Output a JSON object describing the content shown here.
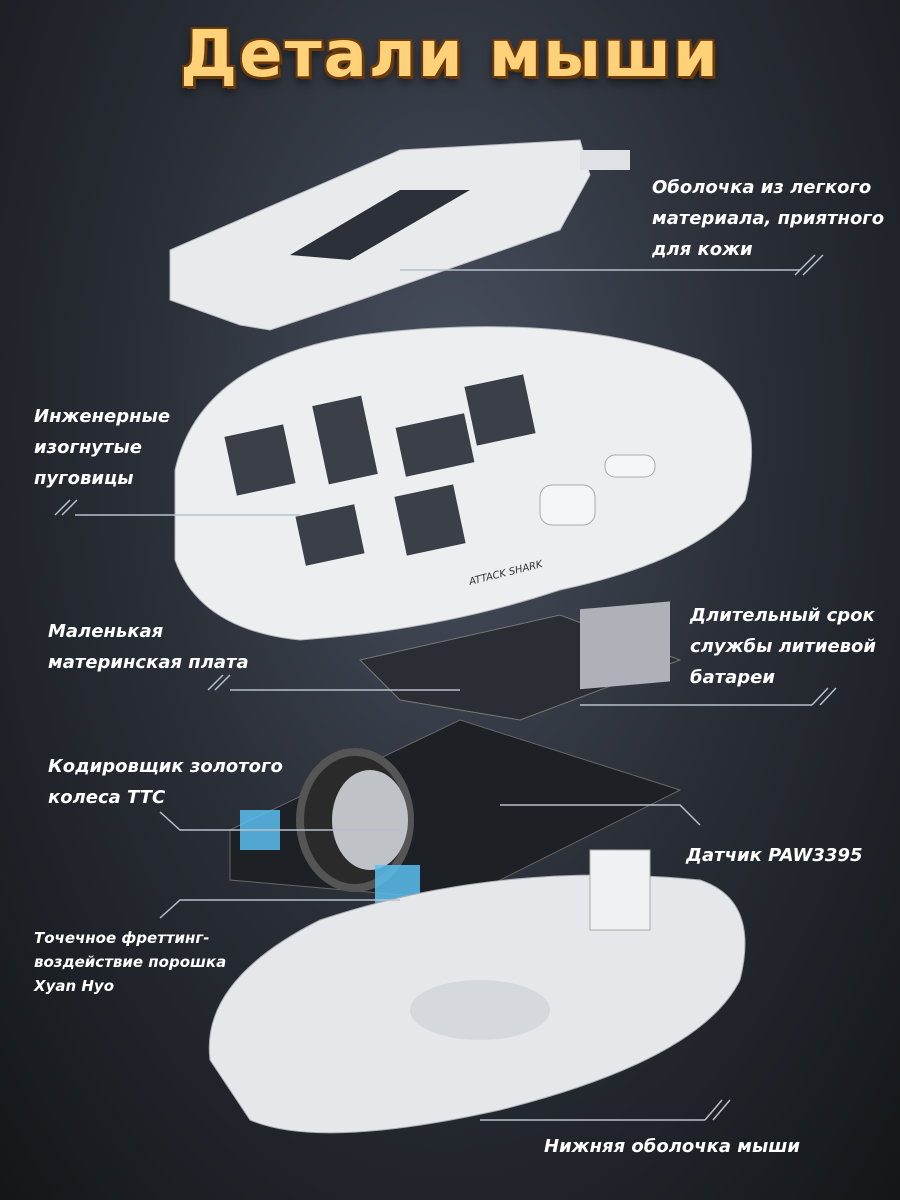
{
  "title": "Детали мыши",
  "labels": {
    "shell": "Оболочка из легкого\nматериала, приятного\nдля кожи",
    "buttons": "Инженерные\n изогнутые\nпуговицы",
    "board": "Маленькая\nматеринская плата",
    "battery": "Длительный срок\nслужбы литиевой\nбатареи",
    "encoder": "Кодировщик золотого\n колеса TTC",
    "sensor": "Датчик PAW3395",
    "powder": "Точечное фреттинг-\nвоздействие порошка\nXyan Hyo",
    "bottom": "Нижняя оболочка мыши"
  },
  "brand_logo": "ATTACK SHARK"
}
